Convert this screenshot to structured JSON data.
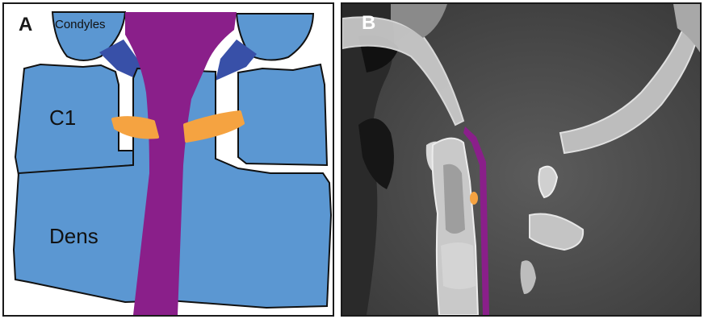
{
  "panel_a": {
    "letter": "A",
    "labels": {
      "condyles": "Condyles",
      "c1": "C1",
      "dens": "Dens"
    }
  },
  "panel_b": {
    "letter": "B"
  },
  "colors": {
    "bone_blue": "#5b97d2",
    "ligament_dark_blue": "#3850a8",
    "tectorial_membrane_purple": "#8a1f8a",
    "transverse_ligament_orange": "#f5a341",
    "ct_background": "#4a4a4a",
    "outline": "#111111"
  }
}
